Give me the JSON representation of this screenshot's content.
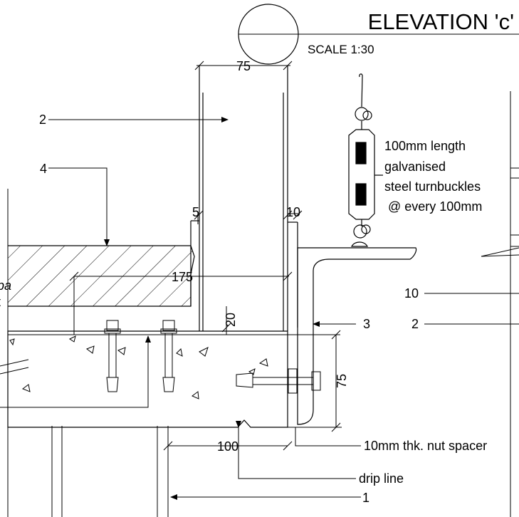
{
  "title": {
    "label": "ELEVATION 'c'",
    "scale": "SCALE 1:30"
  },
  "dimensions": {
    "post_width": "75",
    "gap_left": "5",
    "gap_right": "10",
    "span": "175",
    "bearing": "20",
    "slab_depth": "75",
    "overhang": "100"
  },
  "callouts": {
    "item_2_top": "2",
    "item_4": "4",
    "item_3": "3",
    "item_10_right": "10",
    "item_2_right": "2",
    "item_1": "1",
    "clipped_text_a": "pa",
    "clipped_text_b": "t"
  },
  "notes": {
    "turnbuckle_line1": "100mm length",
    "turnbuckle_line2": "galvanised",
    "turnbuckle_line3": "steel turnbuckles",
    "turnbuckle_line4": "@ every 100mm",
    "nut_spacer": "10mm thk. nut spacer",
    "drip_line": "drip line"
  }
}
